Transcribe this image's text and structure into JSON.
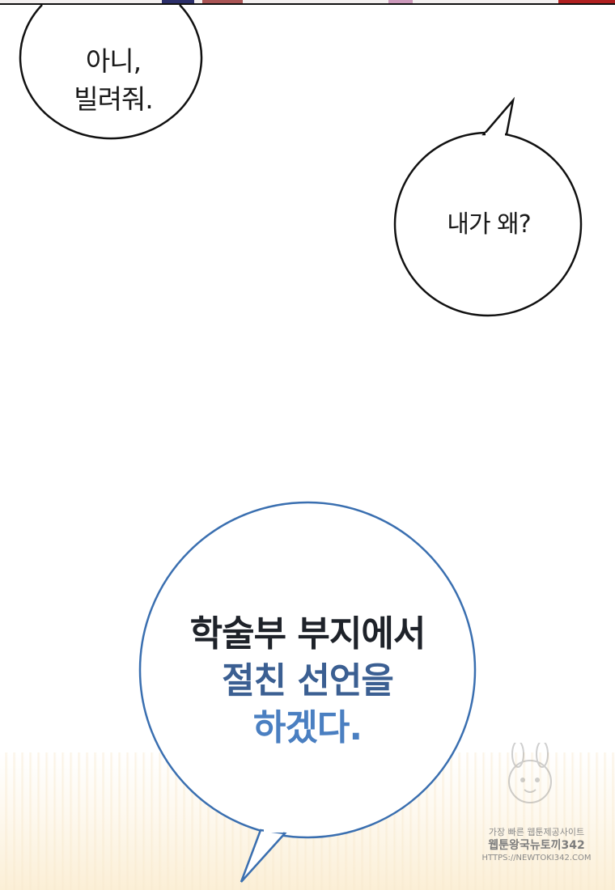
{
  "bubbles": {
    "first": {
      "line1": "아니,",
      "line2": "빌려줘."
    },
    "second": {
      "text": "내가 왜?"
    },
    "third": {
      "line1": "학술부 부지에서",
      "line2": "절친 선언을",
      "line3": "하겠다."
    }
  },
  "watermark": {
    "line1": "가장 빠른 웹툰제공사이트",
    "line2": "웹툰왕국뉴토끼342",
    "line3": "HTTPS://NEWTOKI342.COM"
  },
  "colors": {
    "text_dark": "#1a1a1a",
    "text_mid_blue": "#3b5f92",
    "text_light_blue": "#4a7fc1",
    "bubble_border_black": "#111111",
    "bubble_border_blue": "#3a6fb0"
  }
}
